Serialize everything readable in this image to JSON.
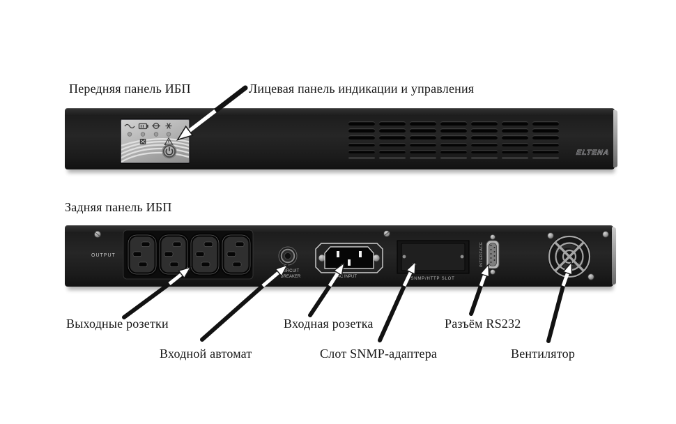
{
  "figure": {
    "front": {
      "section_label": "Передняя панель ИБП",
      "callout_faceplate": "Лицевая панель индикации и управления",
      "brand": "ELTENA",
      "panel_icons": [
        "line-power-icon",
        "battery-icon",
        "bypass-icon",
        "fault-icon",
        "load-icon",
        "warning-icon",
        "power-button-icon"
      ]
    },
    "rear": {
      "section_label": "Задняя панель ИБП",
      "panel_texts": {
        "output": "OUTPUT",
        "breaker_line1": "CIRCUIT",
        "breaker_line2": "BREAKER",
        "ac_input": "AC INPUT",
        "snmp_slot": "SNMP/HTTP SLOT",
        "interface": "INTERFACE"
      },
      "callouts": {
        "output_sockets": "Выходные розетки",
        "input_breaker": "Входной автомат",
        "input_socket": "Входная розетка",
        "snmp_slot": "Слот SNMP-адаптера",
        "rs232": "Разъём RS232",
        "fan": "Вентилятор"
      }
    },
    "colors": {
      "label_text": "#151515",
      "chassis_dark": "#1e1e1e",
      "panel_face": "#b3b3b3",
      "metal": "#9e9e9e",
      "arrow_tail": "#121212",
      "arrow_head": "#ffffff"
    }
  }
}
